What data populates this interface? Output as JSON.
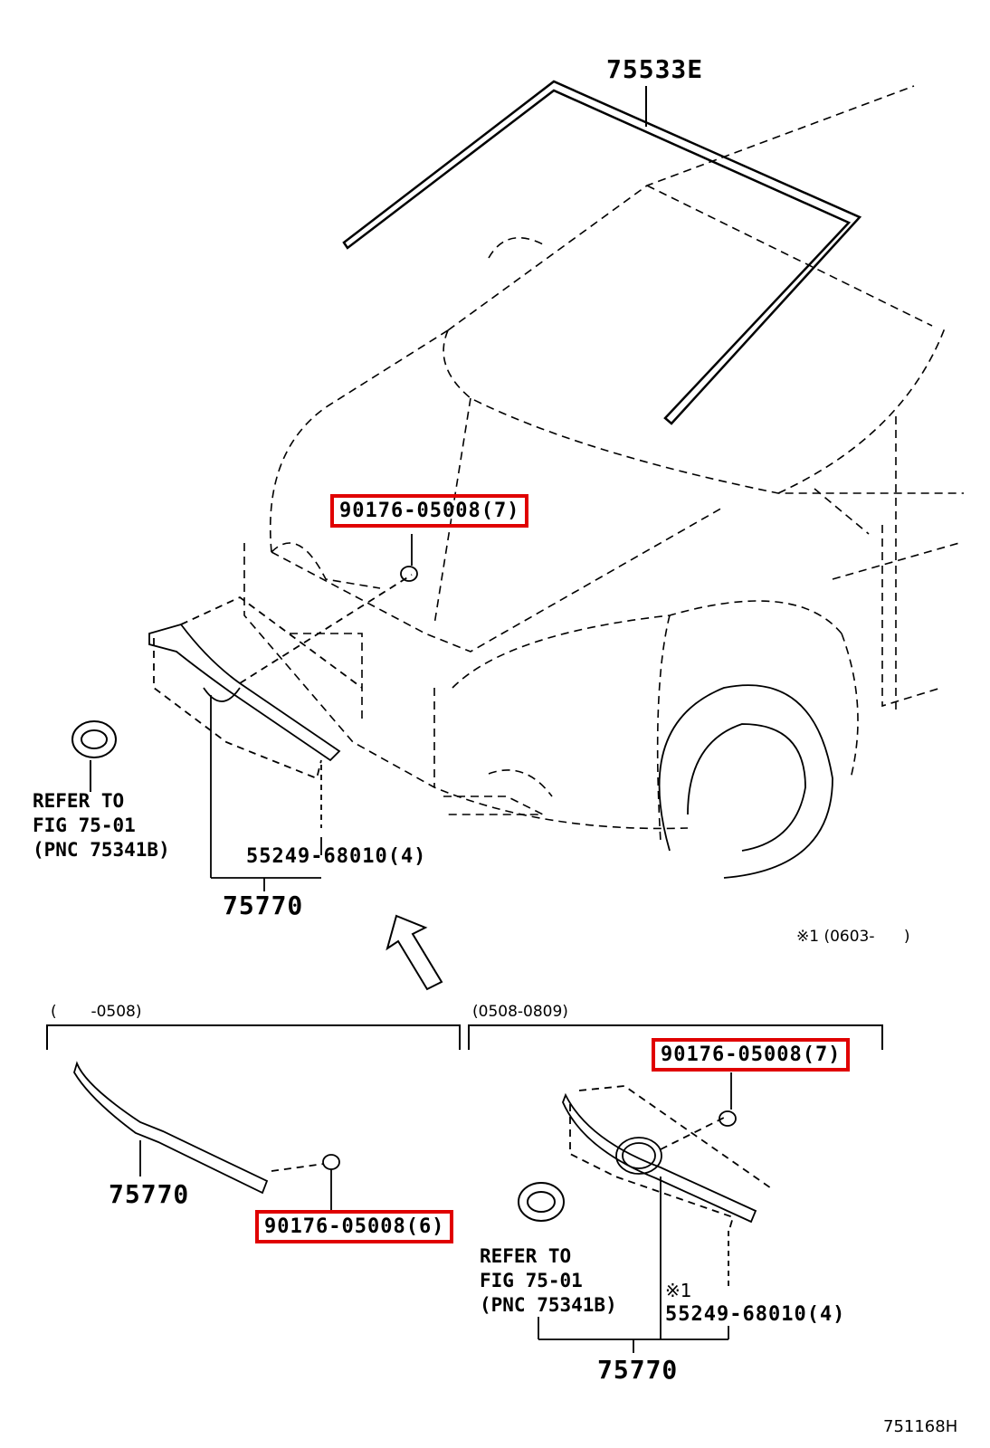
{
  "labels": {
    "windshield_molding": "75533E",
    "clip_main": "90176-05008(7)",
    "clip_left": "90176-05008(6)",
    "clip_right": "90176-05008(7)",
    "grille_main": "75770",
    "grille_left": "75770",
    "grille_right": "75770",
    "screw_main": "55249-68010(4)",
    "screw_right": "55249-68010(4)",
    "refer_main": [
      "REFER TO",
      "FIG 75-01",
      "(PNC 75341B)"
    ],
    "refer_right": [
      "REFER TO",
      "FIG 75-01",
      "(PNC 75341B)"
    ],
    "note_main": "※1 (0603-      )",
    "range_left": "(       -0508)",
    "range_right": "(0508-0809)",
    "note_right": "※1",
    "figure_id": "751168H"
  },
  "highlight_color": "#e00000"
}
